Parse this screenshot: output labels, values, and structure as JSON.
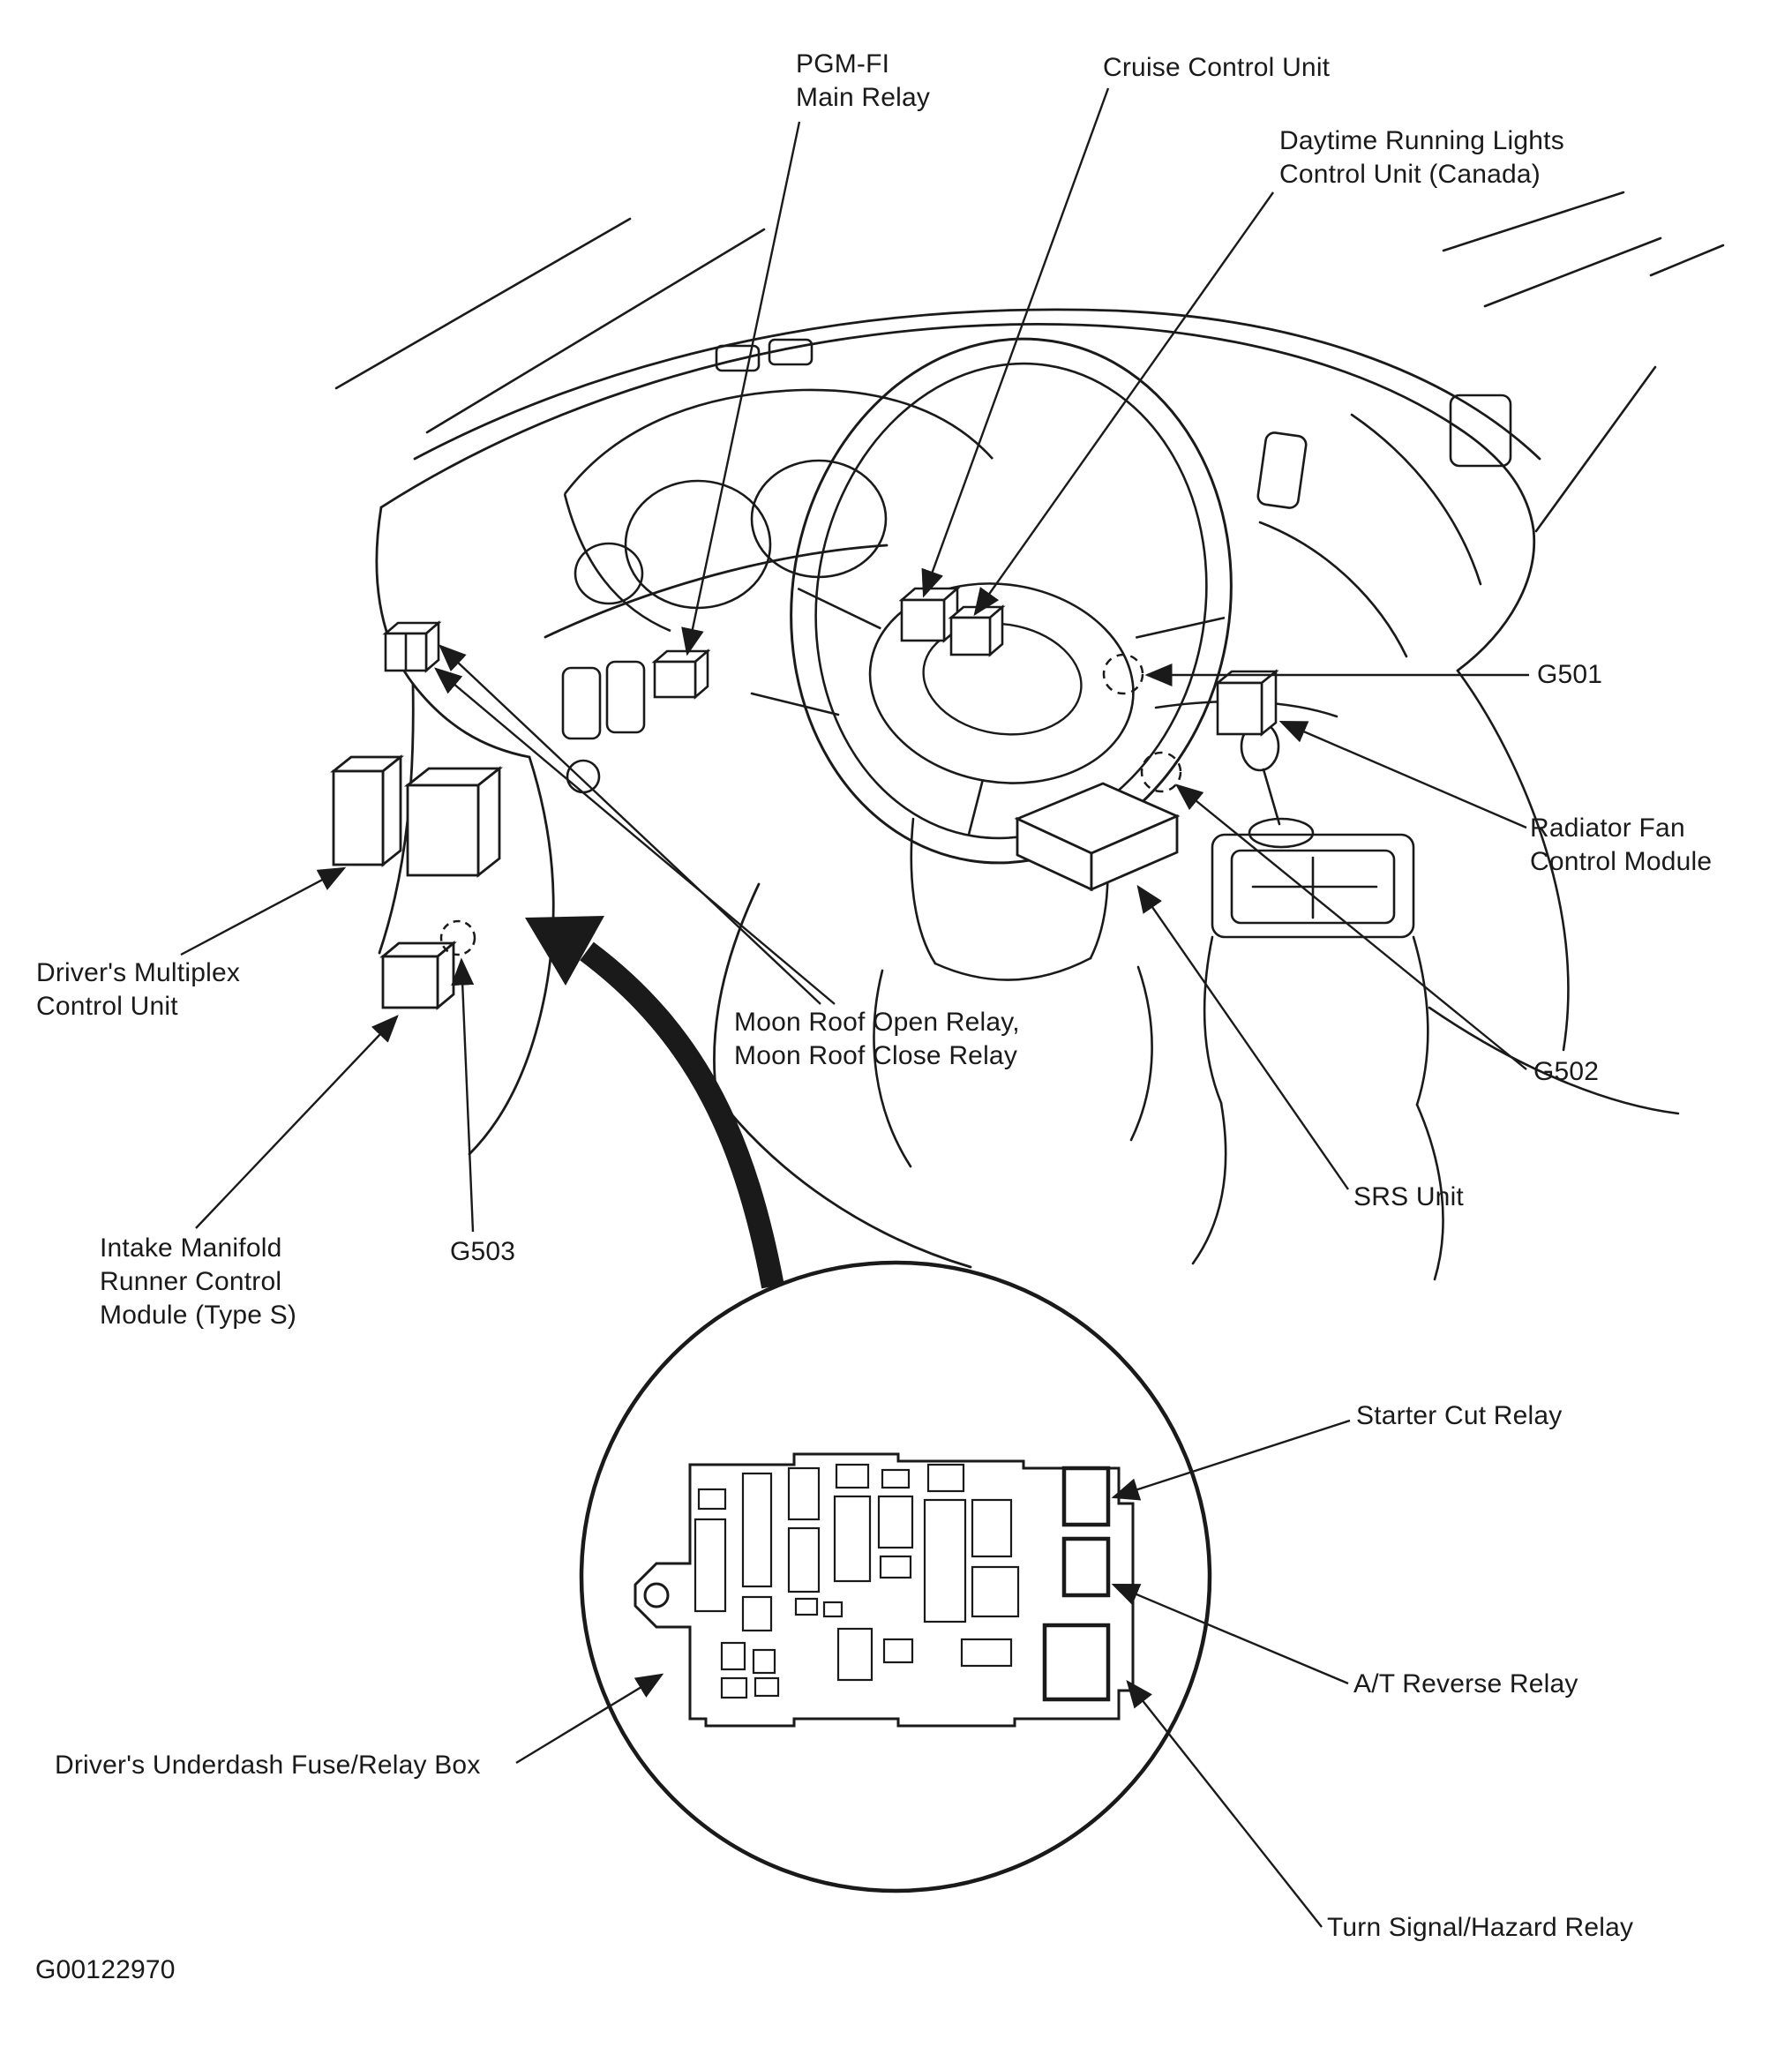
{
  "figure": {
    "code": "G00122970"
  },
  "colors": {
    "line": "#1a1a1a",
    "background": "#ffffff"
  },
  "labels": {
    "pgm_fi": "PGM-FI\nMain Relay",
    "cruise": "Cruise Control Unit",
    "drl": "Daytime Running Lights\nControl Unit (Canada)",
    "g501": "G501",
    "radiator_fan": "Radiator Fan\nControl Module",
    "g502": "G502",
    "multiplex": "Driver's Multiplex\nControl Unit",
    "moon_roof": "Moon Roof Open Relay,\nMoon Roof Close Relay",
    "srs": "SRS Unit",
    "intake": "Intake Manifold\nRunner Control\nModule (Type S)",
    "g503": "G503",
    "starter_cut": "Starter Cut Relay",
    "at_reverse": "A/T Reverse Relay",
    "turn_signal": "Turn Signal/Hazard Relay",
    "underdash_box": "Driver's Underdash Fuse/Relay Box"
  }
}
